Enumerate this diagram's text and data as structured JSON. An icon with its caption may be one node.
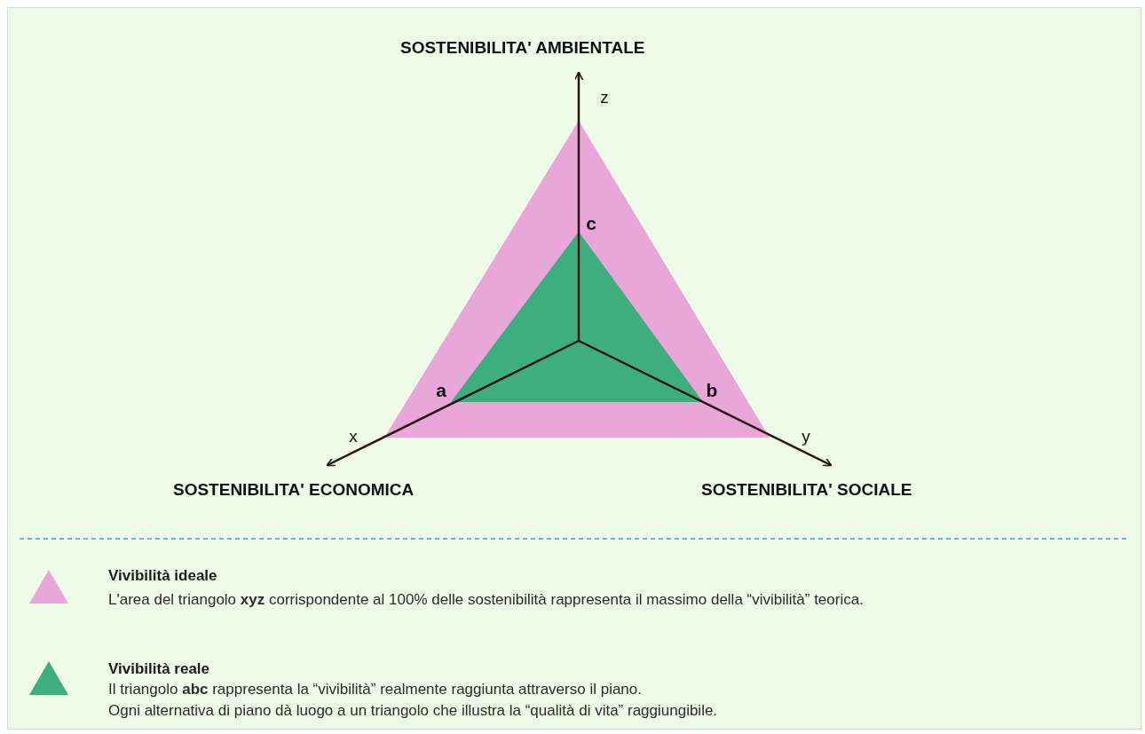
{
  "diagram": {
    "labels": [
      "SOSTENIBILITA' AMBIENTALE",
      "z",
      "c",
      "a",
      "b",
      "x",
      "y",
      "SOSTENIBILITA' ECONOMICA",
      "SOSTENIBILITA' SOCIALE",
      "L'area del triangolo **xyz** corrispondente al 100% delle sostenibilità rappresenta il massimo della “vivibilità” teorica.",
      "Il triangolo **abc** rappresenta la “vivibilità” realmente raggiunta attraverso il piano.",
      "Ogni alternativa di piano dà luogo a un triangolo che illustra la “qualità di vita” raggiungibile."
    ],
    "legend": [
      {
        "text": "Vivibilità ideale",
        "color": "#e9a6d9"
      },
      {
        "text": "Vivibilità reale",
        "color": "#3fae7f"
      }
    ]
  }
}
